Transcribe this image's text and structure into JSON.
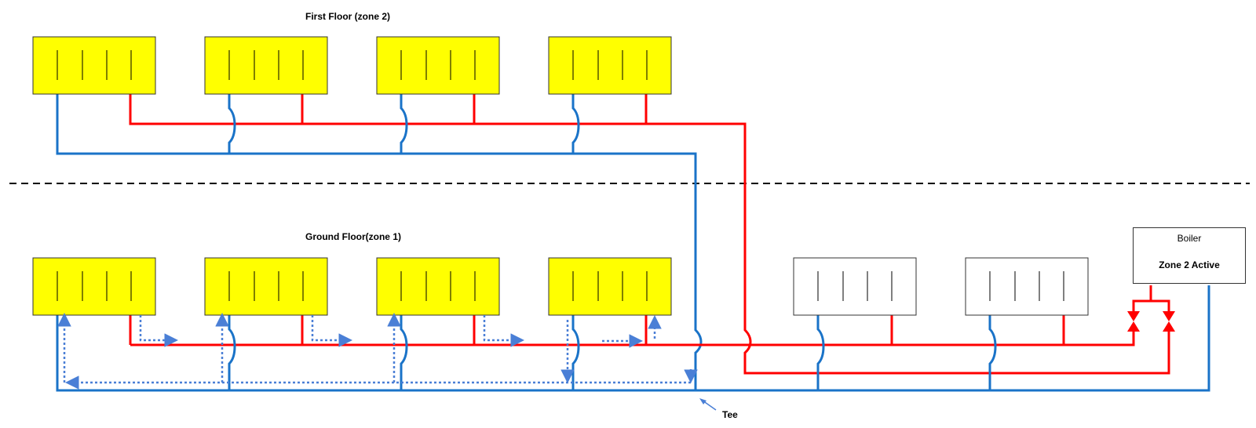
{
  "labels": {
    "first_floor": "First Floor (zone 2)",
    "ground_floor": "Ground Floor(zone 1)",
    "tee": "Tee"
  },
  "boiler": {
    "title": "Boiler",
    "status": "Zone 2 Active"
  },
  "colors": {
    "flow_pipe": "#ff0000",
    "return_pipe": "#1a73c8",
    "active_radiator": "#ffff00",
    "inactive_radiator": "#ffffff",
    "flow_arrows": "#4a7fd6",
    "valve": "#ff0000"
  },
  "zones": [
    {
      "name": "zone 2",
      "floor": "First Floor",
      "radiators": 4,
      "active": true
    },
    {
      "name": "zone 1",
      "floor": "Ground Floor",
      "radiators": 6,
      "active_radiators": 4
    }
  ]
}
